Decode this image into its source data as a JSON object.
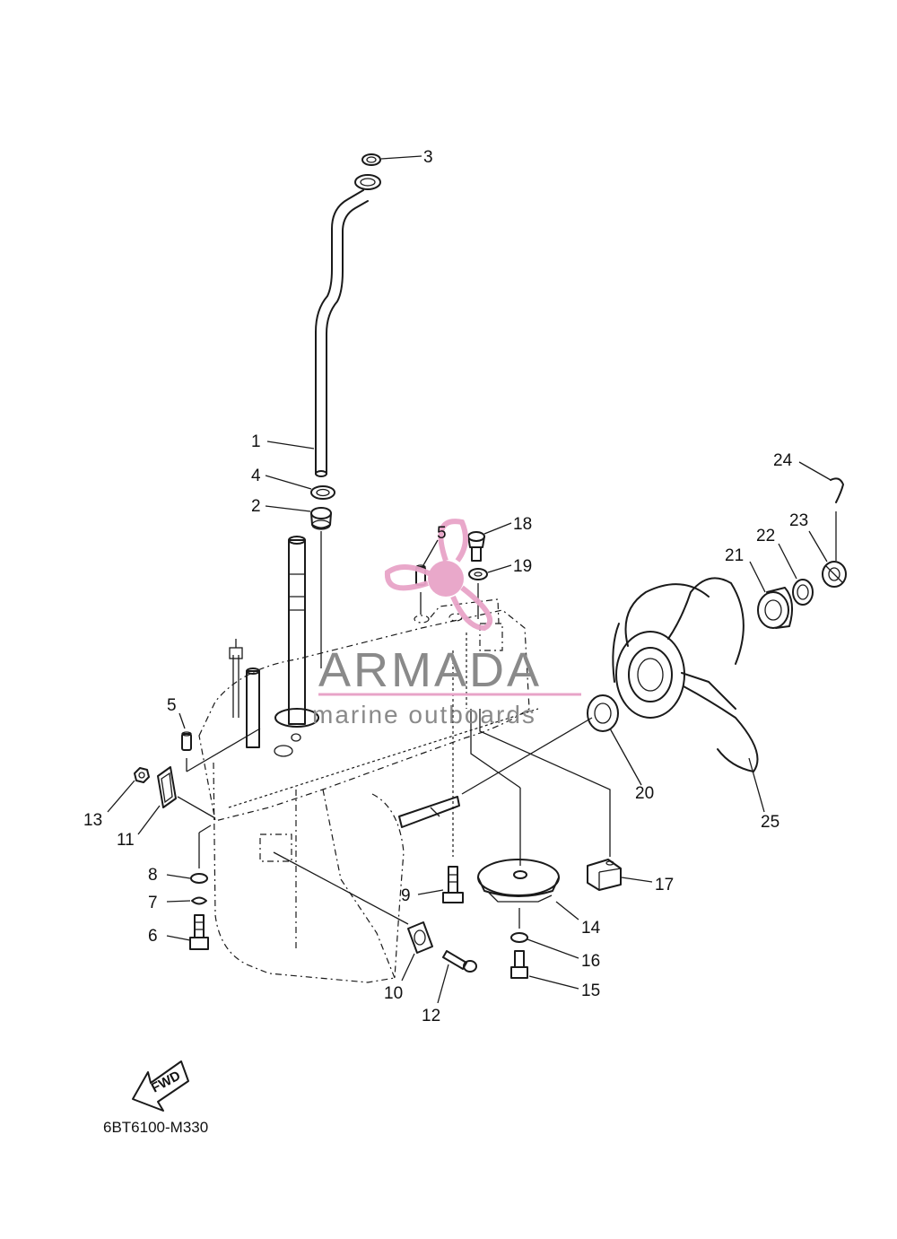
{
  "callouts": {
    "c1": "1",
    "c2": "2",
    "c3": "3",
    "c4": "4",
    "c5a": "5",
    "c5b": "5",
    "c6": "6",
    "c7": "7",
    "c8": "8",
    "c9": "9",
    "c10": "10",
    "c11": "11",
    "c12": "12",
    "c13": "13",
    "c14": "14",
    "c15": "15",
    "c16": "16",
    "c17": "17",
    "c18": "18",
    "c19": "19",
    "c20": "20",
    "c21": "21",
    "c22": "22",
    "c23": "23",
    "c24": "24",
    "c25": "25"
  },
  "watermark": {
    "brand": "ARMADA",
    "tagline": "marine outboards",
    "color": "#e8a4c8"
  },
  "fwd_label": "FWD",
  "diagram_code": "6BT6100-M330"
}
